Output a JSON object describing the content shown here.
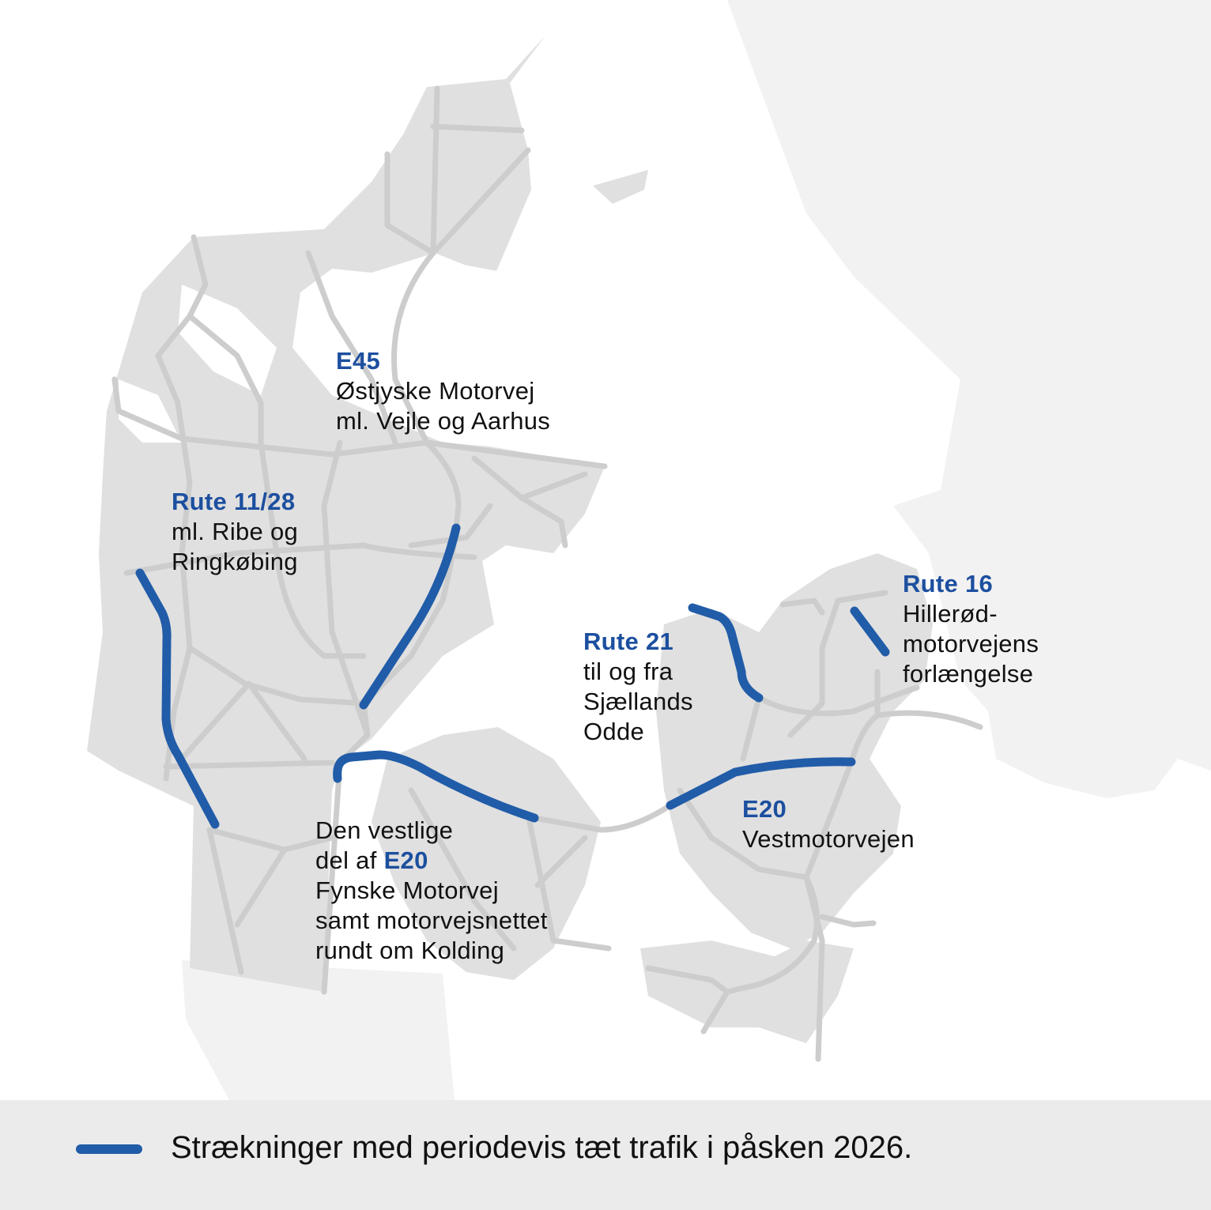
{
  "colors": {
    "route": "#215ca8",
    "label_accent": "#1c4f9f",
    "land": "#e0e0e0",
    "neighbor_land": "#f2f2f2",
    "road": "#cdcdcd",
    "legend_bg": "#ebebeb"
  },
  "labels": {
    "e45": {
      "title": "E45",
      "lines": [
        "Østjyske Motorvej",
        "ml. Vejle og Aarhus"
      ]
    },
    "rute1128": {
      "title": "Rute 11/28",
      "lines": [
        "ml. Ribe og",
        "Ringkøbing"
      ]
    },
    "rute21": {
      "title": "Rute 21",
      "lines": [
        "til og fra",
        "Sjællands",
        "Odde"
      ]
    },
    "rute16": {
      "title": "Rute 16",
      "lines": [
        "Hillerød-",
        "motorvejens",
        "forlængelse"
      ]
    },
    "e20east": {
      "title": "E20",
      "lines": [
        "Vestmotorvejen"
      ]
    },
    "e20west": {
      "line1": "Den vestlige",
      "line2_pre": "del af ",
      "line2_accent": "E20",
      "lines": [
        "Fynske Motorvej",
        "samt motorvejsnettet",
        "rundt om Kolding"
      ]
    }
  },
  "legend": {
    "text": "Strækninger med periodevis tæt trafik i påsken 2026."
  }
}
